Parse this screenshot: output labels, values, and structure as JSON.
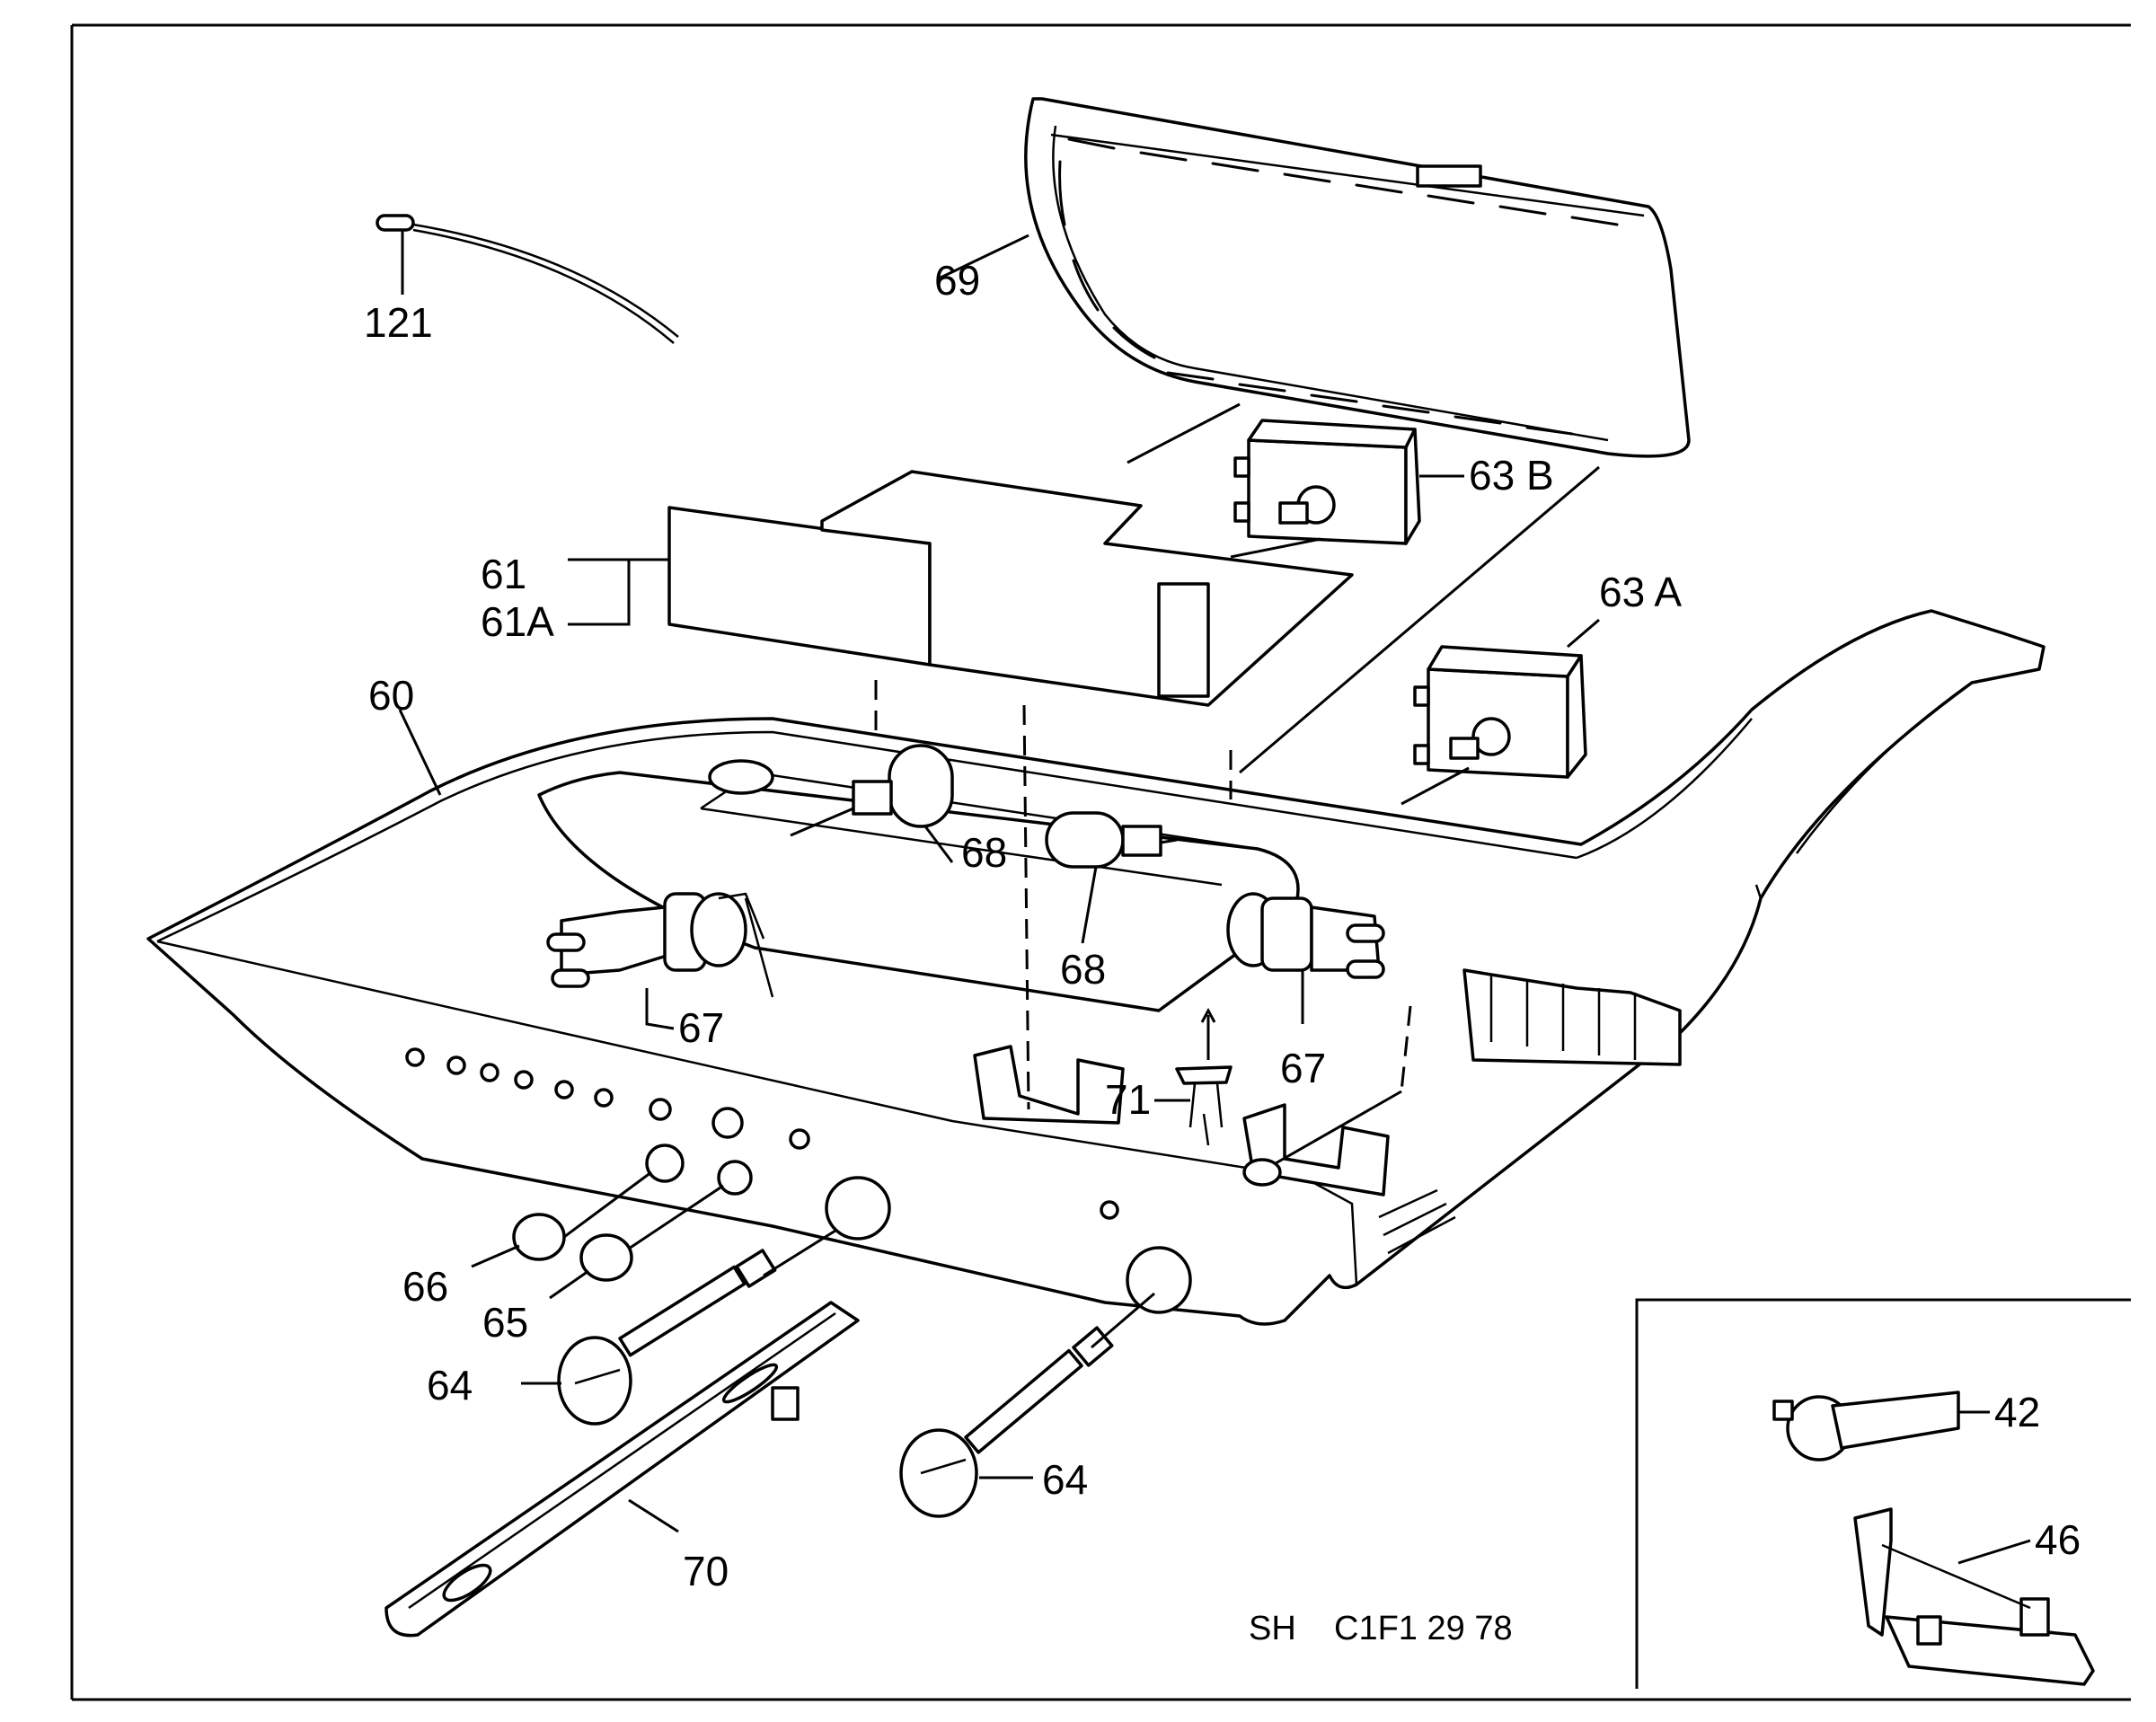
{
  "labels": {
    "p121": "121",
    "p69": "69",
    "p63b": "63 B",
    "p61": "61",
    "p61a": "61A",
    "p63a": "63 A",
    "p60": "60",
    "p68a": "68",
    "p68b": "68",
    "p67a": "67",
    "p67b": "67",
    "p71": "71",
    "p66": "66",
    "p65": "65",
    "p64a": "64",
    "p64b": "64",
    "p70": "70",
    "p42": "42",
    "p46": "46"
  },
  "drawing_code": "SH    C1F1 29 78",
  "colors": {
    "line": "#000000",
    "background": "#ffffff"
  }
}
